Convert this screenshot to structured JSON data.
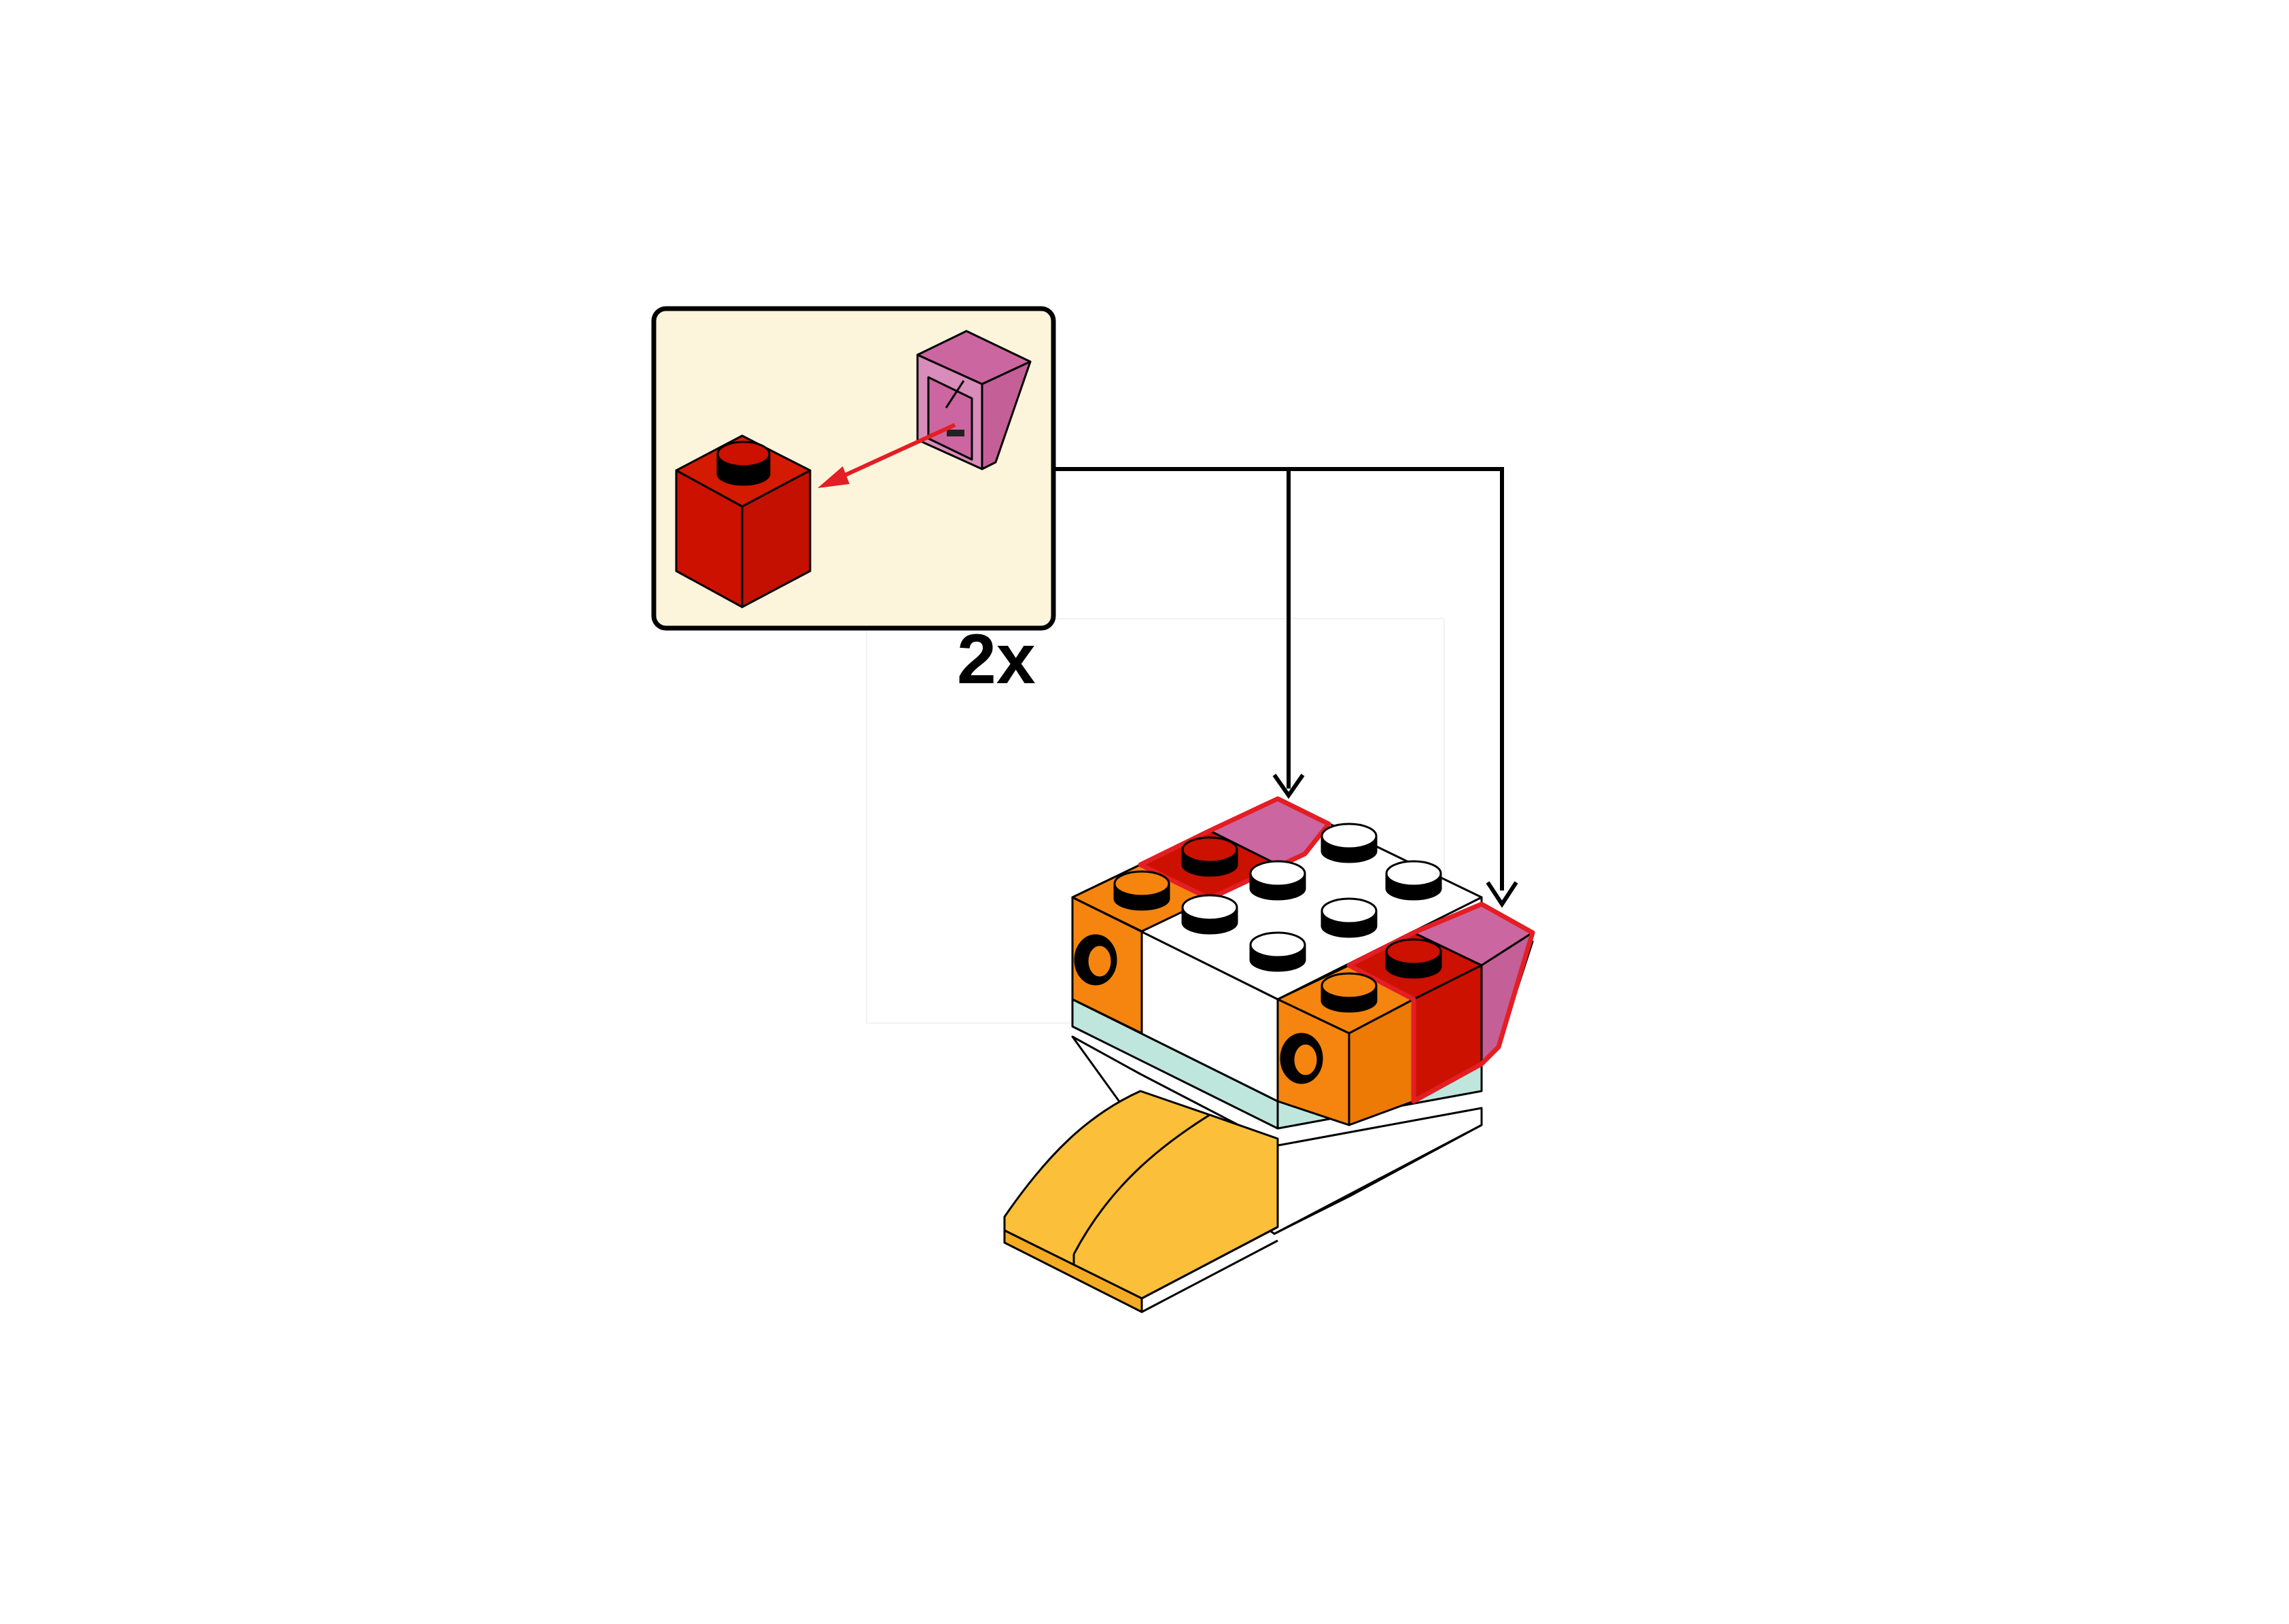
{
  "callout": {
    "quantity": "2x",
    "background_color": "#fdf4dc",
    "border_color": "#000000"
  },
  "parts": {
    "brick_1x1": {
      "name": "brick-1x1",
      "color": "#cc1100"
    },
    "slope_1x1": {
      "name": "slope-1x1",
      "color": "#cc66a0"
    }
  },
  "model_colors": {
    "white": "#ffffff",
    "orange": "#f5850f",
    "red": "#cc1100",
    "pink": "#cc66a0",
    "light_aqua": "#bfe6dd",
    "yellow": "#fbbf3a",
    "highlight_outline": "#e31e24",
    "insert_arrow": "#e31e24"
  },
  "icons": [
    "down-arrow-icon",
    "insert-arrow-icon"
  ]
}
